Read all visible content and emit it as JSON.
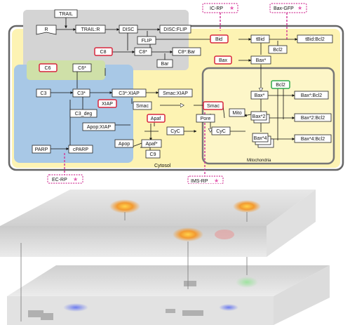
{
  "diagram": {
    "labels": {
      "trail": "TRAIL",
      "r": "R",
      "trail_r": "TRAIL:R",
      "disc": "DISC",
      "disc_flip": "DISC:FLIP",
      "flip": "FLIP",
      "c8": "C8",
      "c8_star": "C8*",
      "c8_bar": "C8*:Bar",
      "bar": "Bar",
      "c6": "C6",
      "c6_star": "C6*",
      "c3": "C3",
      "c3_star": "C3*",
      "c3_xiap": "C3*:XIAP",
      "smac_xiap": "Smac:XIAP",
      "xiap": "XIAP",
      "c3_deg": "C3_deg",
      "smac_cyto": "Smac",
      "smac_mito": "Smac",
      "apaf": "Apaf",
      "apaf_star": "Apaf*",
      "cyc_cyto": "CyC",
      "cyc_mito": "CyC",
      "pore": "Pore",
      "mito": "Mito",
      "apop_xiap": "Apop:XIAP",
      "apop": "Apop",
      "c9": "C9",
      "parp": "PARP",
      "cparp": "cPARP",
      "bid": "Bid",
      "tbid": "tBid",
      "tbid_bcl2": "tBid:Bcl2",
      "bcl2_top": "Bcl2",
      "bax": "Bax",
      "bax_star": "Bax*",
      "bax_star_m": "Bax*",
      "bcl2_mito": "Bcl2",
      "bax_bcl2": "Bax*:Bcl2",
      "bax2": "Bax*2",
      "bax2_bcl2": "Bax*2:Bcl2",
      "bax4": "Bax*4",
      "bax4_bcl2": "Bax*4:Bcl2",
      "cytosol": "Cytosol",
      "mitochondria": "Mitochondria"
    },
    "reporters": {
      "ic_rp": "IC-RP",
      "bax_gfp": "Bax-GFP",
      "ec_rp": "EC-RP",
      "ims_rp": "IMS-RP"
    }
  },
  "microscopy": {
    "description_panel": "3D microscopy planes"
  },
  "colors": {
    "cell_border": "#666666",
    "membrane_gray": "#d4d4d4",
    "cytosol_yellow": "#fdf1a6",
    "nucleus_blue": "#a8c8e6",
    "c6_green": "#cfe0a8",
    "mito_yellow": "#fdf6c8",
    "red_outline": "#d7263d",
    "green_outline": "#2fa84f",
    "reporter_pink": "#d33f9a"
  }
}
